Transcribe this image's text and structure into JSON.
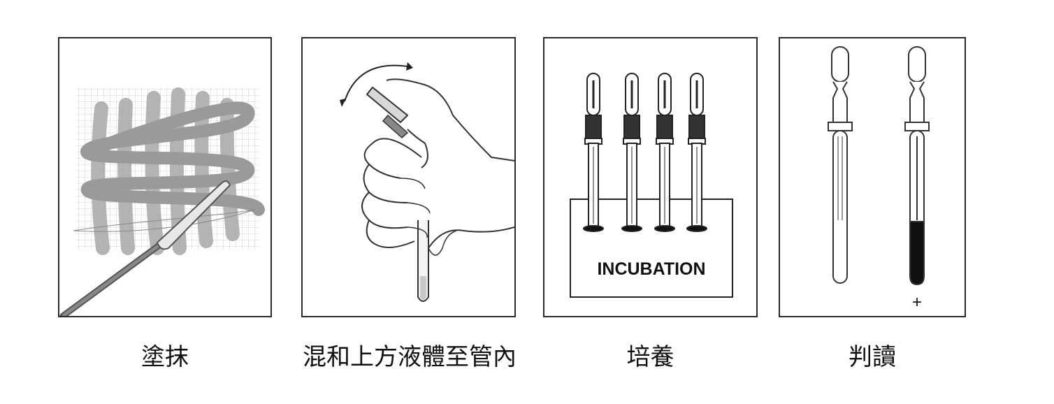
{
  "steps": [
    {
      "caption": "塗抹",
      "icon": "swab-grid-icon"
    },
    {
      "caption": "混和上方液體至管內",
      "icon": "hand-mix-tube-icon"
    },
    {
      "caption": "培養",
      "icon": "incubator-tubes-icon",
      "label": "INCUBATION"
    },
    {
      "caption": "判讀",
      "icon": "result-tubes-icon",
      "result_mark": "+"
    }
  ],
  "colors": {
    "stroke": "#2a2a2a",
    "swab_gray": "#9a9a9a",
    "grid": "#bdbdbd",
    "positive_fill": "#111111"
  }
}
